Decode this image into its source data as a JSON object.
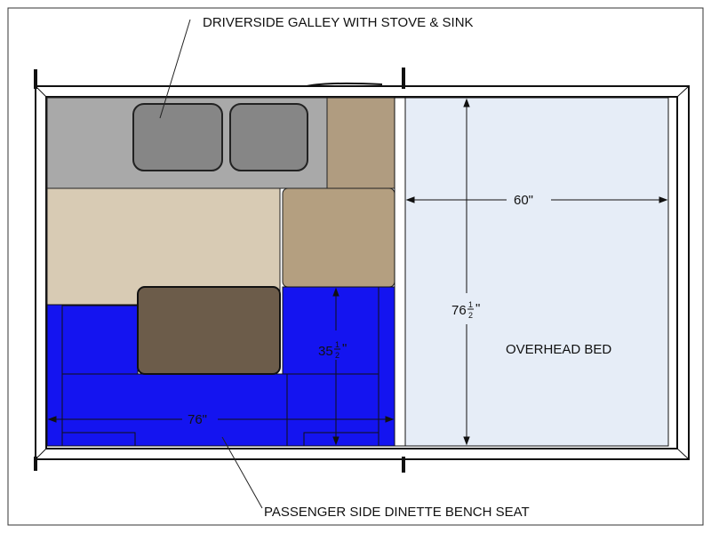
{
  "labels": {
    "galley": "DRIVERSIDE GALLEY WITH STOVE & SINK",
    "dinette": "PASSENGER SIDE DINETTE BENCH SEAT",
    "bed": "OVERHEAD BED"
  },
  "dimensions": {
    "bed_width": "60\"",
    "bed_length_whole": "76",
    "bed_length_fraction_num": "1",
    "bed_length_fraction_den": "2",
    "dinette_depth_whole": "35",
    "dinette_depth_fraction_num": "1",
    "dinette_depth_fraction_den": "2",
    "dinette_length": "76\""
  },
  "colors": {
    "seat_blue": "#1414f0",
    "galley_gray": "#a9a9a9",
    "bed_fill": "#e6edf7",
    "sink_gray": "#868686",
    "light_wood": "#d8cbb4",
    "mid_wood": "#b49f80",
    "table_wood": "#6c5c4a"
  }
}
